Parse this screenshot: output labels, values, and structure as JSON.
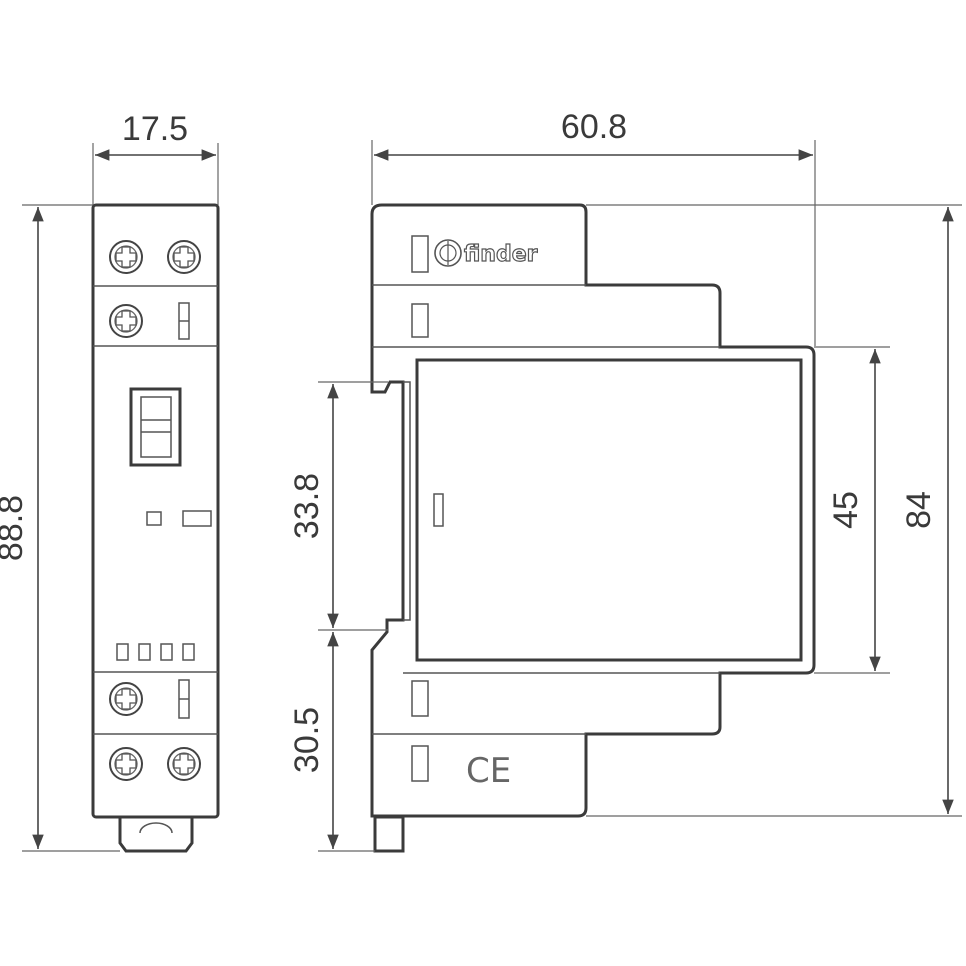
{
  "dimensions": {
    "front_width": "17.5",
    "front_height": "88.8",
    "side_depth": "60.8",
    "side_lower_height": "33.8",
    "side_bottom_offset": "30.5",
    "side_front_height": "45",
    "side_total_height": "84"
  },
  "brand": {
    "name": "finder"
  },
  "marks": {
    "ce": "CE"
  },
  "colors": {
    "line": "#3b3b3b",
    "text": "#3a3a3a",
    "background": "#ffffff"
  }
}
